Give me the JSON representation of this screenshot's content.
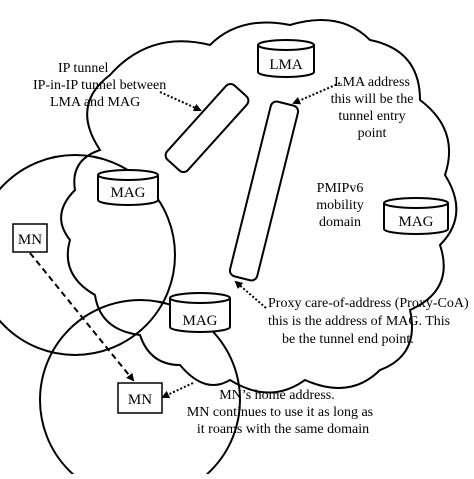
{
  "nodes": {
    "lma": "LMA",
    "mag_left": "MAG",
    "mag_right": "MAG",
    "mag_bottom": "MAG",
    "mn_top": "MN",
    "mn_bottom": "MN"
  },
  "annotations": {
    "ip_tunnel": [
      "IP tunnel",
      "IP-in-IP tunnel between",
      "LMA and MAG"
    ],
    "lma_address": [
      "LMA address",
      "this will be the",
      "tunnel entry",
      "point"
    ],
    "domain": [
      "PMIPv6",
      "mobility",
      "domain"
    ],
    "proxy_coa": [
      "Proxy care-of-address (Proxy-CoA)",
      "this is the address of MAG. This",
      "be the tunnel end point."
    ],
    "mn_home": [
      "MN’s home address.",
      "MN continues to use it as long as",
      "it roams with the same domain"
    ]
  },
  "colors": {
    "stroke": "#000000",
    "background": "#ffffff"
  }
}
